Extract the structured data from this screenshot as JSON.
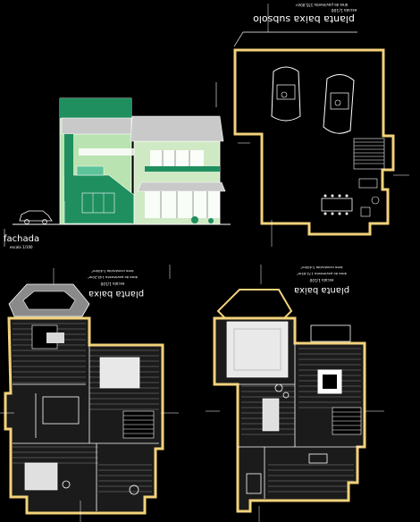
{
  "palette": {
    "background": "#000000",
    "wall": "#f3d27a",
    "line": "#ffffff",
    "hatch": "#9a9a9a",
    "roof": "#c9c9c9",
    "green_dark": "#1f8f5f",
    "green_light": "#b9e3b0",
    "label_magenta": "#e04ad8",
    "dim_line": "#e04ad8"
  },
  "views": {
    "facade": {
      "title": "fachada",
      "scale": "escala 1/100"
    },
    "plan_top_right": {
      "title": "planta baixa subsolo",
      "scale": "escala 1/100",
      "area": "área do pavimento 155,00m²"
    },
    "plan_bottom_left": {
      "title": "planta baixa",
      "scale": "escala 1/100",
      "area": "área do pavimento 145,20m²",
      "extra": "área construída 3.400m²"
    },
    "plan_bottom_right": {
      "title": "planta baixa",
      "scale": "escala 1/100",
      "area": "área do pavimento 172,65m²",
      "extra": "área construída 3.400m²"
    }
  }
}
